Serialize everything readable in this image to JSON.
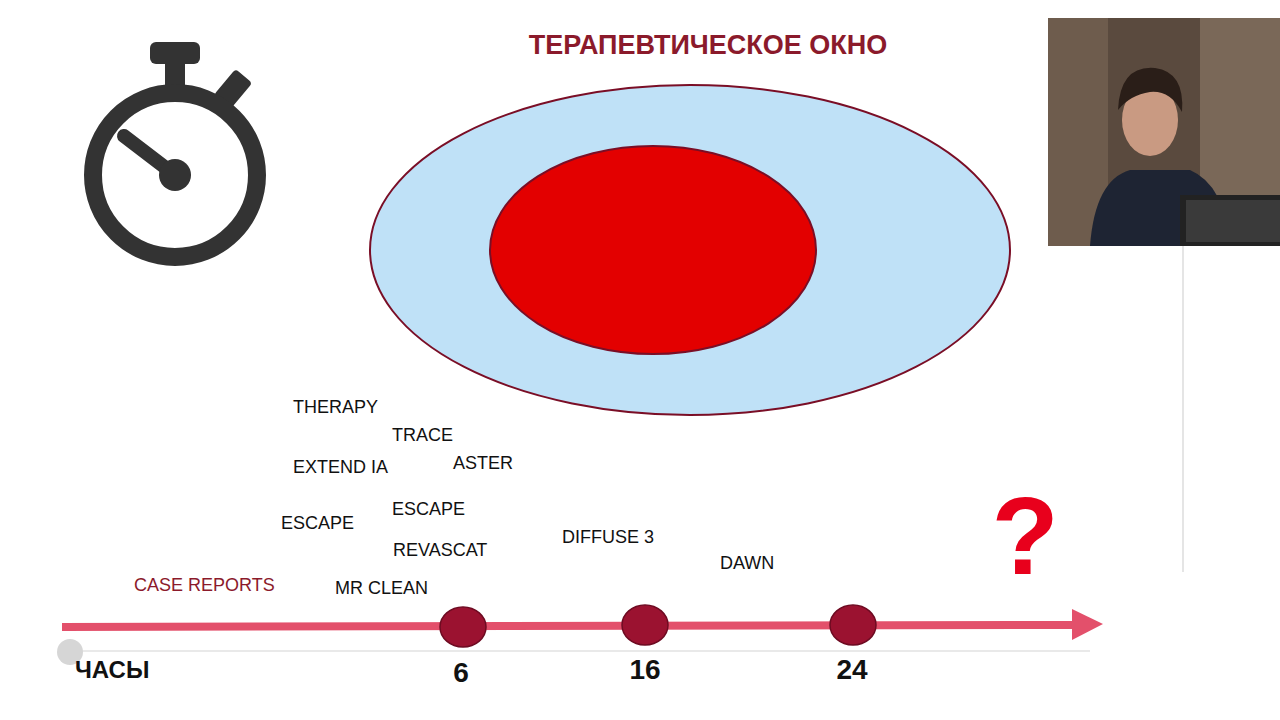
{
  "diagram": {
    "title": "ТЕРАПЕВТИЧЕСКОЕ ОКНО",
    "labels": [
      "THERAPY",
      "TRACE",
      "EXTEND IA",
      "ASTER",
      "ESCAPE",
      "ESCAPE",
      "DIFFUSE 3",
      "REVASCAT",
      "DAWN",
      "CASE REPORTS",
      "MR CLEAN",
      "?",
      "ЧАСЫ",
      "6",
      "16",
      "24"
    ]
  }
}
